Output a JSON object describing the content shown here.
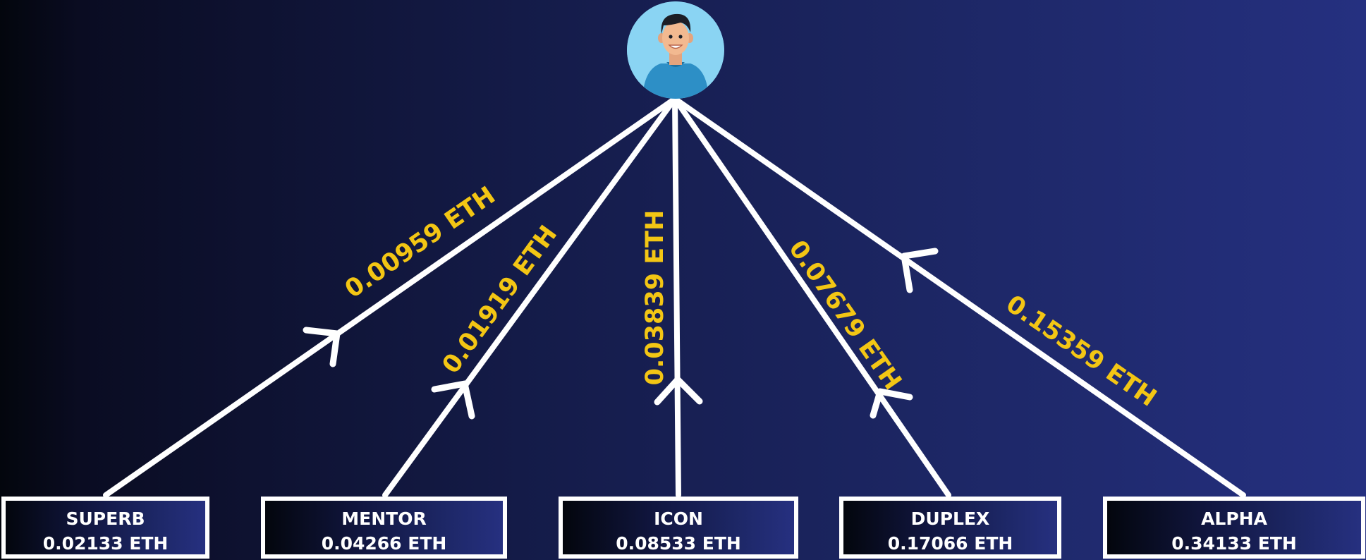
{
  "diagram": {
    "flows": [
      {
        "label": "0.00959 ETH"
      },
      {
        "label": "0.01919 ETH"
      },
      {
        "label": "0.03839 ETH"
      },
      {
        "label": "0.07679 ETH"
      },
      {
        "label": "0.15359 ETH"
      }
    ],
    "nodes": [
      {
        "name": "SUPERB",
        "value": "0.02133 ETH"
      },
      {
        "name": "MENTOR",
        "value": "0.04266 ETH"
      },
      {
        "name": "ICON",
        "value": "0.08533 ETH"
      },
      {
        "name": "DUPLEX",
        "value": "0.17066 ETH"
      },
      {
        "name": "ALPHA",
        "value": "0.34133 ETH"
      }
    ],
    "colors": {
      "label": "#f3c614",
      "line": "#ffffff",
      "avatar_bg": "#8ad4f3"
    },
    "icons": [
      "user-avatar-icon",
      "arrow-icon"
    ]
  }
}
